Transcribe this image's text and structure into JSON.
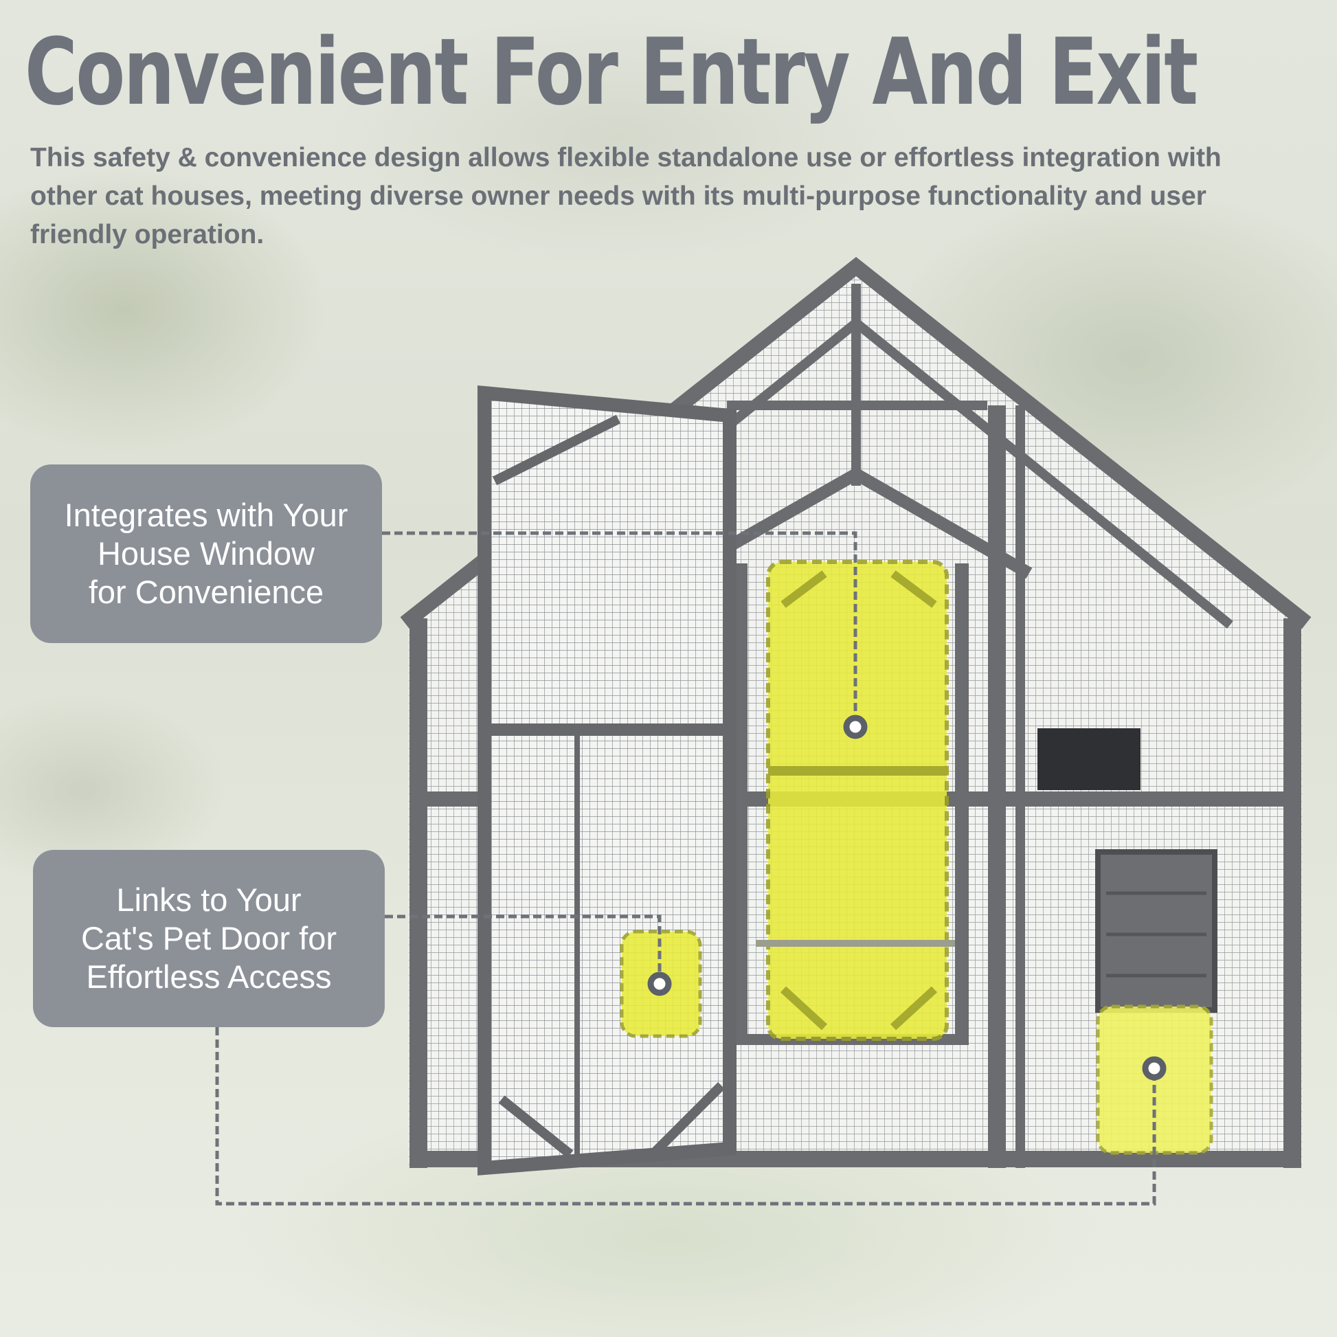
{
  "headline": "Convenient For Entry And Exit",
  "description": "This safety & convenience design allows flexible standalone use or effortless integration with other cat houses, meeting diverse owner needs with its multi-purpose functionality and user friendly operation.",
  "callouts": [
    {
      "lines": [
        "Integrates with Your",
        "House Window",
        "for Convenience"
      ]
    },
    {
      "lines": [
        "Links to Your",
        "Cat's Pet Door for",
        "Effortless Access"
      ]
    }
  ],
  "colors": {
    "frame": "#6a6c70",
    "highlight": "#e8ec3a",
    "callout_bg": "#8c9198",
    "headline": "#6e737c"
  }
}
